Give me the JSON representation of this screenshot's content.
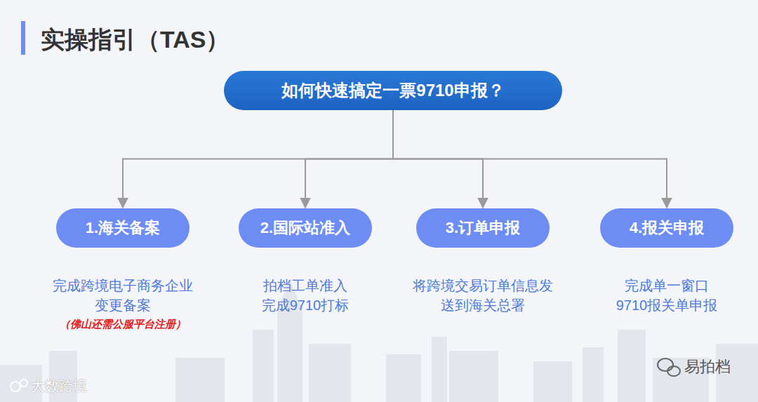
{
  "diagram": {
    "title": "实操指引（TAS）",
    "nodes": [
      {
        "text": [
          "如何快速搞定一票9710申报？"
        ]
      },
      {
        "text": [
          "1.海关备案",
          "完成跨境电子商务企业变更备案",
          "（佛山还需公服平台注册）"
        ]
      },
      {
        "text": [
          "2.国际站准入",
          "拍档工单准入完成9710打标"
        ]
      },
      {
        "text": [
          "3.订单申报",
          "将跨境交易订单信息发送到海关总署"
        ]
      },
      {
        "text": [
          "4.报关申报",
          "完成单一窗口9710报关单申报"
        ]
      }
    ],
    "edges": [
      {
        "from": 0,
        "to": 1,
        "arrow": "to"
      },
      {
        "from": 0,
        "to": 2,
        "arrow": "to"
      },
      {
        "from": 0,
        "to": 3,
        "arrow": "to"
      },
      {
        "from": 0,
        "to": 4,
        "arrow": "to"
      }
    ],
    "labels": [
      "易拍档",
      "大数跨境"
    ]
  }
}
